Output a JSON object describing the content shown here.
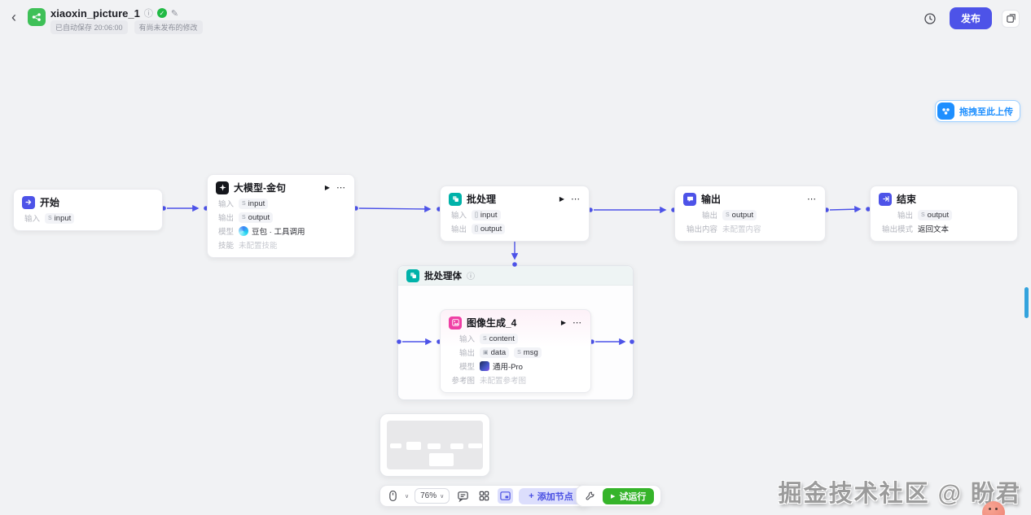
{
  "header": {
    "title": "xiaoxin_picture_1",
    "autosave_badge": "已自动保存 20:06:00",
    "unpublished_badge": "有尚未发布的修改",
    "publish_label": "发布"
  },
  "upload": {
    "label": "拖拽至此上传"
  },
  "nodes": {
    "start": {
      "title": "开始",
      "rows": [
        {
          "label": "输入",
          "tags": [
            {
              "type": "str",
              "text": "input"
            }
          ]
        }
      ]
    },
    "llm": {
      "title": "大模型-金句",
      "rows": [
        {
          "label": "输入",
          "tags": [
            {
              "type": "str",
              "text": "input"
            }
          ]
        },
        {
          "label": "输出",
          "tags": [
            {
              "type": "str",
              "text": "output"
            }
          ]
        },
        {
          "label": "模型",
          "value": "豆包 · 工具调用"
        },
        {
          "label": "技能",
          "muted": "未配置技能"
        }
      ]
    },
    "batch": {
      "title": "批处理",
      "rows": [
        {
          "label": "输入",
          "tags": [
            {
              "type": "arr",
              "text": "input"
            }
          ]
        },
        {
          "label": "输出",
          "tags": [
            {
              "type": "arr",
              "text": "output"
            }
          ]
        }
      ]
    },
    "output": {
      "title": "输出",
      "rows": [
        {
          "label": "输出",
          "tags": [
            {
              "type": "str",
              "text": "output"
            }
          ]
        },
        {
          "label": "输出内容",
          "muted": "未配置内容"
        }
      ]
    },
    "end": {
      "title": "结束",
      "rows": [
        {
          "label": "输出",
          "tags": [
            {
              "type": "str",
              "text": "output"
            }
          ]
        },
        {
          "label": "输出模式",
          "value": "返回文本"
        }
      ]
    },
    "batch_body": {
      "title": "批处理体"
    },
    "imagegen": {
      "title": "图像生成_4",
      "rows": [
        {
          "label": "输入",
          "tags": [
            {
              "type": "str",
              "text": "content"
            }
          ]
        },
        {
          "label": "输出",
          "tags": [
            {
              "type": "img",
              "text": "data"
            },
            {
              "type": "str",
              "text": "msg"
            }
          ]
        },
        {
          "label": "模型",
          "value": "通用-Pro"
        },
        {
          "label": "参考图",
          "muted": "未配置参考图"
        }
      ]
    }
  },
  "toolbar": {
    "zoom_level": "76%",
    "add_node_label": "添加节点",
    "run_label": "试运行"
  },
  "watermark": "掘金技术社区 @ 盼君",
  "colors": {
    "accent": "#4d53e8",
    "edge": "#4d53e8",
    "run_green": "#35b42a",
    "upload_blue": "#1e8fff",
    "batch_teal": "#00b2a9",
    "imagegen_pink": "#ef3fa5",
    "logo_green": "#3ec057"
  },
  "icons": {
    "back": "‹",
    "info": "ⓘ",
    "check": "✓",
    "edit": "✎",
    "play": "▶",
    "menu": "⋯",
    "chevron_down": "∨",
    "plus": "+",
    "type_str": "S",
    "type_arr": "[]",
    "type_img": "▣"
  }
}
